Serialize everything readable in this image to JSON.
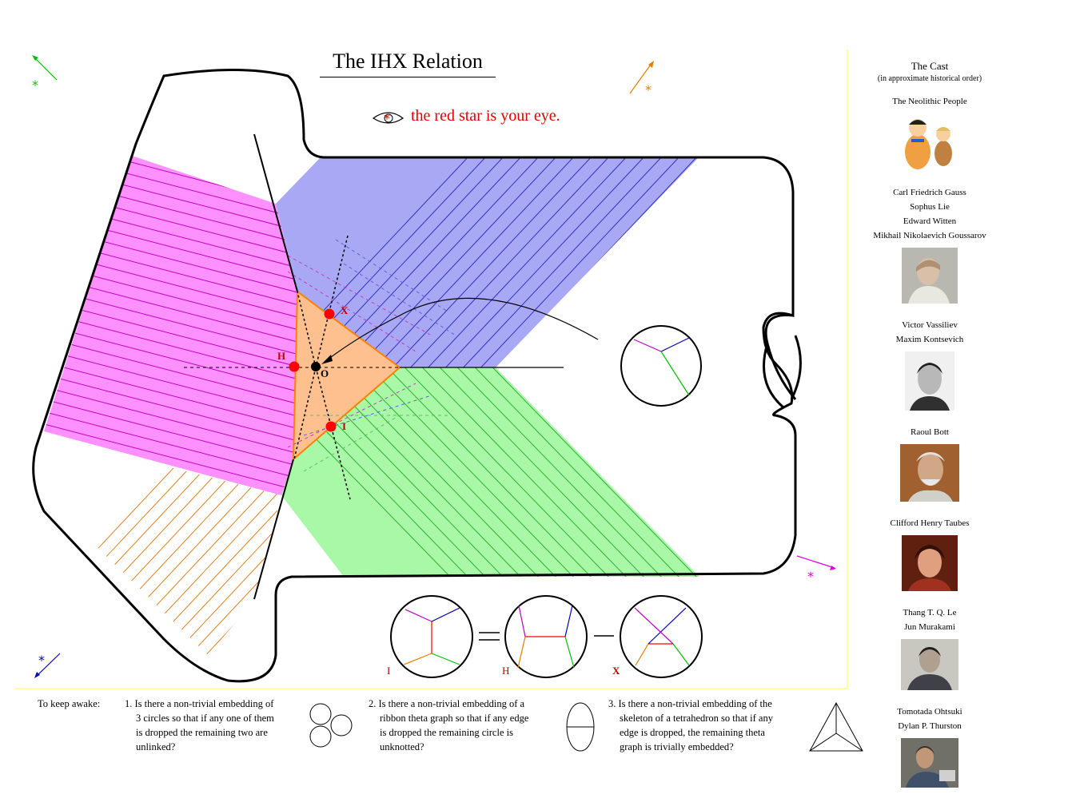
{
  "title": "The IHX Relation",
  "eye_note": "the red star is your eye.",
  "points": {
    "x": "X",
    "h": "H",
    "i": "I",
    "o": "O"
  },
  "relation_labels": {
    "i": "I",
    "h": "H",
    "x": "X"
  },
  "star": "*",
  "cast": {
    "heading": "The Cast",
    "subheading": "(in approximate historical order)",
    "neolithic": "The Neolithic People",
    "names_a": [
      "Carl Friedrich Gauss",
      "Sophus Lie",
      "Edward Witten",
      "Mikhail Nikolaevich Goussarov"
    ],
    "names_b": [
      "Victor Vassiliev",
      "Maxim Kontsevich"
    ],
    "names_c": [
      "Raoul Bott"
    ],
    "names_d": [
      "Clifford Henry Taubes"
    ],
    "names_e": [
      "Thang T. Q. Le",
      "Jun Murakami"
    ],
    "names_f": [
      "Tomotada Ohtsuki",
      "Dylan P. Thurston"
    ]
  },
  "footer": {
    "intro": "To keep awake:",
    "q1": [
      "1. Is there a non-trivial embedding of",
      "3 circles so that if any one of them",
      "is dropped the remaining two are",
      "unlinked?"
    ],
    "q2": [
      "2. Is there a non-trivial embedding of a",
      "ribbon theta graph so that if any edge",
      "is dropped the remaining circle is",
      "unknotted?"
    ],
    "q3": [
      "3. Is there a non-trivial embedding of the",
      "skeleton of a tetrahedron so that if any",
      "edge is dropped, the remaining theta",
      "graph is trivially embedded?"
    ]
  },
  "colors": {
    "magenta": "#ff80ff",
    "blue": "#a0a0f0",
    "green": "#a0f0a0",
    "orange": "#ffc080",
    "red": "#ff0000"
  }
}
